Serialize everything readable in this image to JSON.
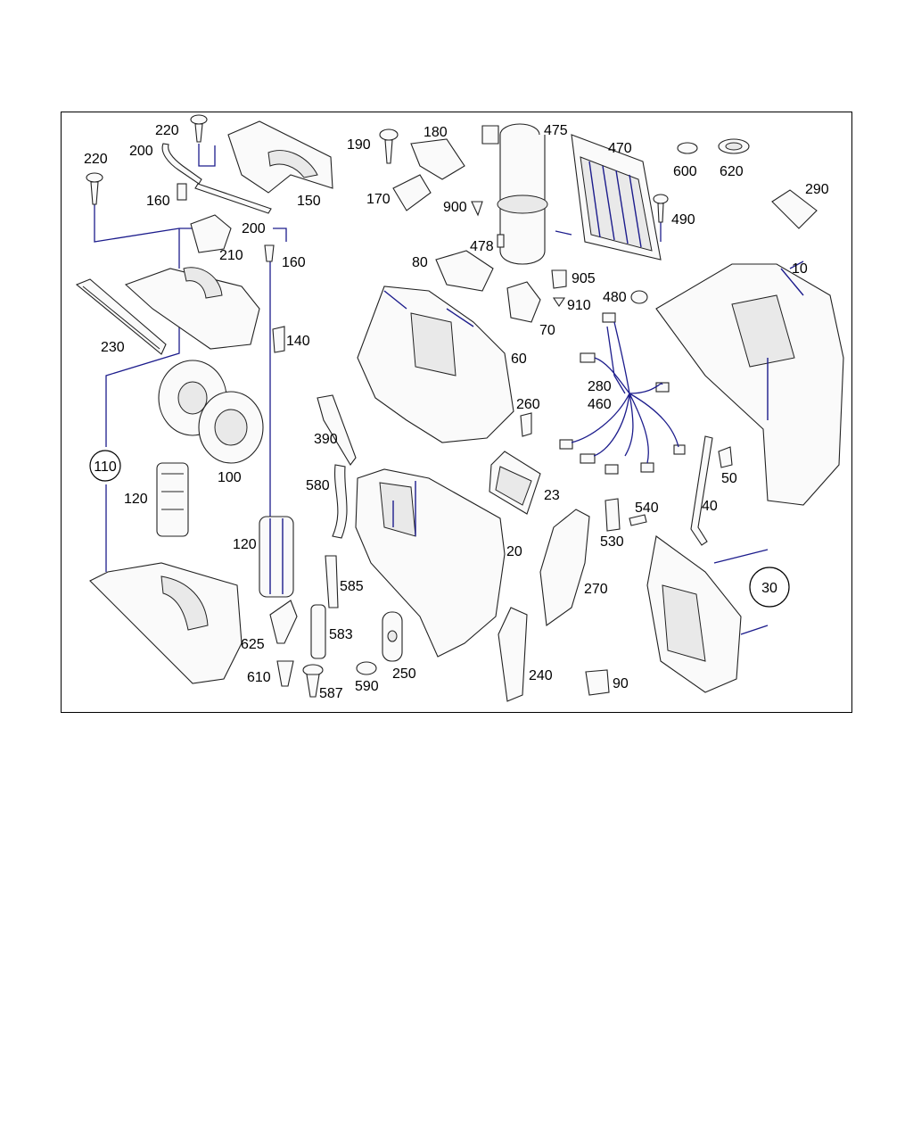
{
  "labels": {
    "l220a": "220",
    "l220b": "220",
    "l200a": "200",
    "l160a": "160",
    "l150": "150",
    "l200b": "200",
    "l210": "210",
    "l160b": "160",
    "l230": "230",
    "l140": "140",
    "l110": "110",
    "l100": "100",
    "l120a": "120",
    "l120b": "120",
    "l625": "625",
    "l610": "610",
    "l587": "587",
    "l590": "590",
    "l585": "585",
    "l583": "583",
    "l580": "580",
    "l390": "390",
    "l250": "250",
    "l190": "190",
    "l180": "180",
    "l170": "170",
    "l900": "900",
    "l475": "475",
    "l478": "478",
    "l80": "80",
    "l470": "470",
    "l905": "905",
    "l910": "910",
    "l70": "70",
    "l60": "60",
    "l260": "260",
    "l23": "23",
    "l20": "20",
    "l270": "270",
    "l240": "240",
    "l280": "280",
    "l460": "460",
    "l530": "530",
    "l540": "540",
    "l90": "90",
    "l600": "600",
    "l620": "620",
    "l290": "290",
    "l490": "490",
    "l480": "480",
    "l10": "10",
    "l50": "50",
    "l40": "40",
    "l30": "30"
  },
  "colors": {
    "leader": "#1c1c8c",
    "outline": "#222222",
    "frame": "#000000"
  }
}
